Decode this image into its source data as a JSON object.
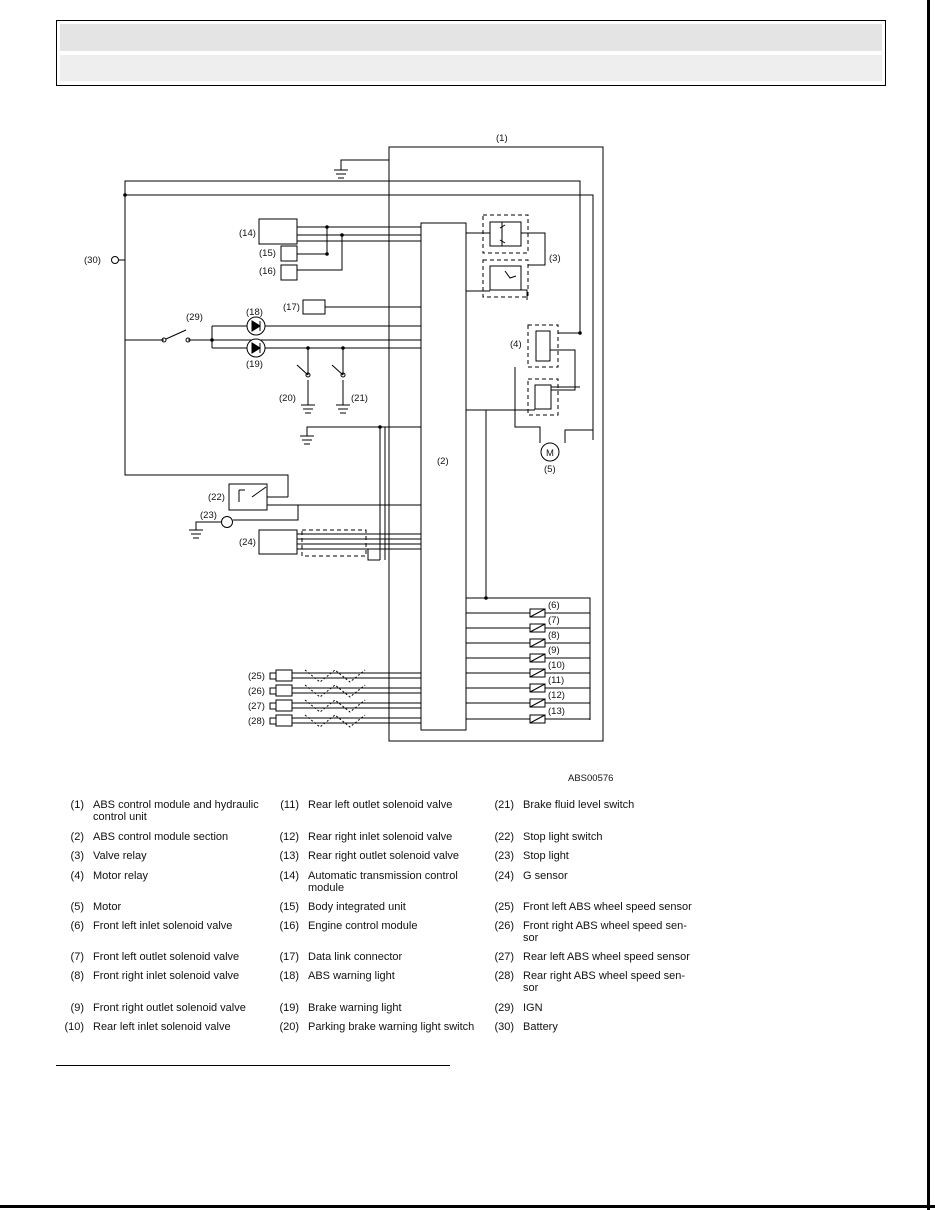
{
  "figure_code": "ABS00576",
  "diagram_labels": {
    "l1": "(1)",
    "l2": "(2)",
    "l3": "(3)",
    "l4": "(4)",
    "l5": "(5)",
    "l6": "(6)",
    "l7": "(7)",
    "l8": "(8)",
    "l9": "(9)",
    "l10": "(10)",
    "l11": "(11)",
    "l12": "(12)",
    "l13": "(13)",
    "l14": "(14)",
    "l15": "(15)",
    "l16": "(16)",
    "l17": "(17)",
    "l18": "(18)",
    "l19": "(19)",
    "l20": "(20)",
    "l21": "(21)",
    "l22": "(22)",
    "l23": "(23)",
    "l24": "(24)",
    "l25": "(25)",
    "l26": "(26)",
    "l27": "(27)",
    "l28": "(28)",
    "l29": "(29)",
    "l30": "(30)",
    "motor": "M"
  },
  "legend": [
    {
      "num": "(1)",
      "text": "ABS control module and hydraulic control unit"
    },
    {
      "num": "(2)",
      "text": "ABS control module section"
    },
    {
      "num": "(3)",
      "text": "Valve relay"
    },
    {
      "num": "(4)",
      "text": "Motor relay"
    },
    {
      "num": "(5)",
      "text": "Motor"
    },
    {
      "num": "(6)",
      "text": "Front left inlet solenoid valve"
    },
    {
      "num": "(7)",
      "text": "Front left outlet solenoid valve"
    },
    {
      "num": "(8)",
      "text": "Front right inlet solenoid valve"
    },
    {
      "num": "(9)",
      "text": "Front right outlet solenoid valve"
    },
    {
      "num": "(10)",
      "text": "Rear left inlet solenoid valve"
    },
    {
      "num": "(11)",
      "text": "Rear left outlet solenoid valve"
    },
    {
      "num": "(12)",
      "text": "Rear right inlet solenoid valve"
    },
    {
      "num": "(13)",
      "text": "Rear right outlet solenoid valve"
    },
    {
      "num": "(14)",
      "text": "Automatic transmission control module"
    },
    {
      "num": "(15)",
      "text": "Body integrated unit"
    },
    {
      "num": "(16)",
      "text": "Engine control module"
    },
    {
      "num": "(17)",
      "text": "Data link connector"
    },
    {
      "num": "(18)",
      "text": "ABS warning light"
    },
    {
      "num": "(19)",
      "text": "Brake warning light"
    },
    {
      "num": "(20)",
      "text": "Parking brake warning light switch"
    },
    {
      "num": "(21)",
      "text": "Brake fluid level switch"
    },
    {
      "num": "(22)",
      "text": "Stop light switch"
    },
    {
      "num": "(23)",
      "text": "Stop light"
    },
    {
      "num": "(24)",
      "text": "G sensor"
    },
    {
      "num": "(25)",
      "text": "Front left ABS wheel speed sensor"
    },
    {
      "num": "(26)",
      "text": "Front right ABS wheel speed sen-sor"
    },
    {
      "num": "(27)",
      "text": "Rear left ABS wheel speed sensor"
    },
    {
      "num": "(28)",
      "text": "Rear right ABS wheel speed sen-sor"
    },
    {
      "num": "(29)",
      "text": "IGN"
    },
    {
      "num": "(30)",
      "text": "Battery"
    }
  ]
}
